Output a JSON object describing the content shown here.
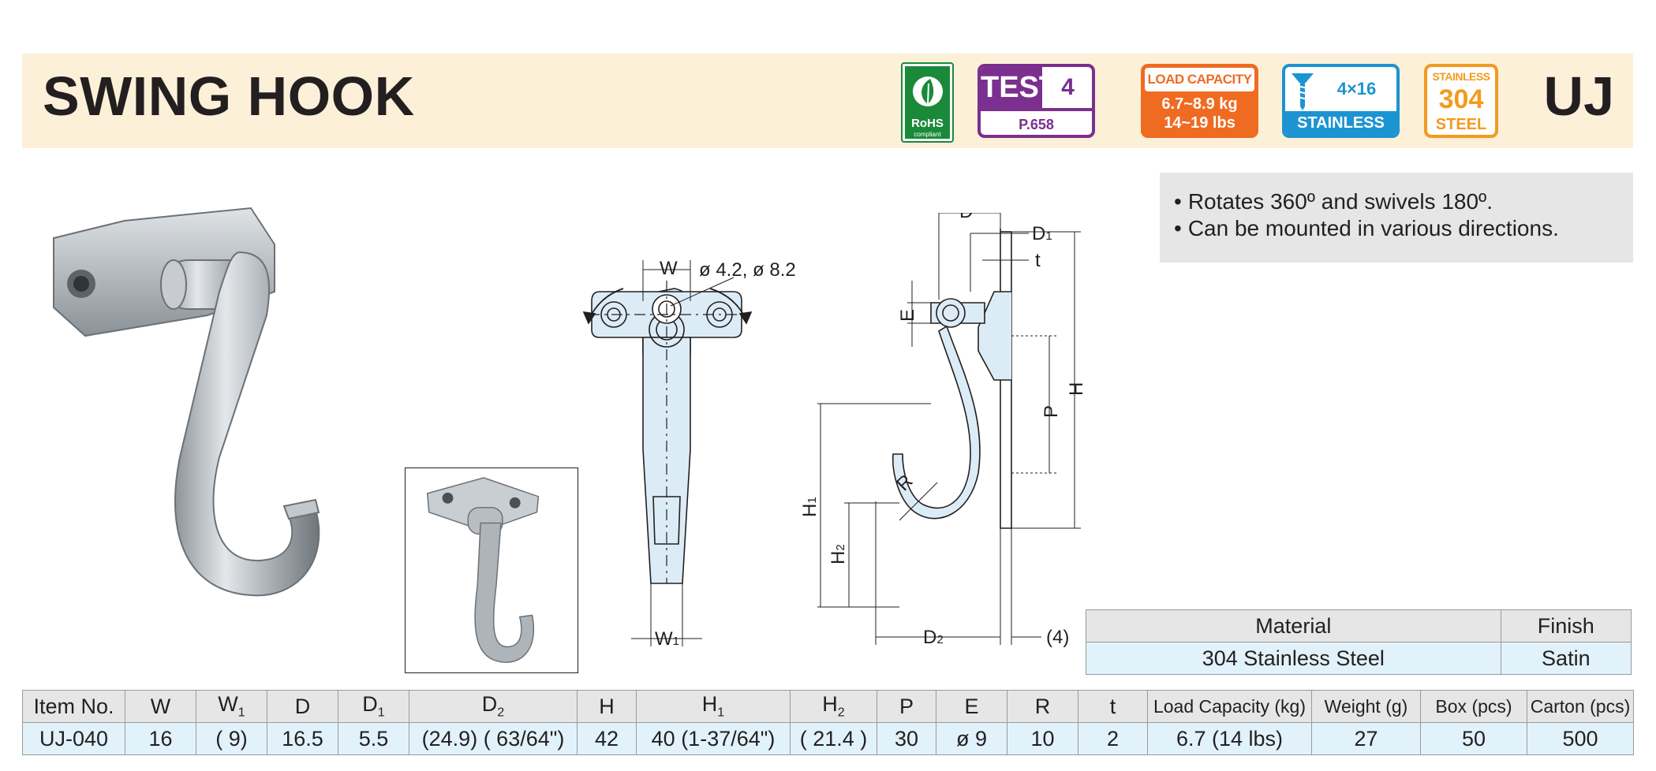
{
  "header": {
    "title": "SWING HOOK",
    "series": "UJ"
  },
  "badges": {
    "rohs": {
      "label": "RoHS",
      "sub": "compliant",
      "color": "#1a8a3a",
      "icon": "leaf-icon"
    },
    "test": {
      "label": "TEST",
      "number": "4",
      "page": "P.658",
      "color": "#7b2f8e"
    },
    "load": {
      "label": "LOAD CAPACITY",
      "line1": "6.7~8.9 kg",
      "line2": "14~19 lbs",
      "color": "#ef6b22"
    },
    "screw": {
      "size": "4×16",
      "label": "STAINLESS",
      "color": "#1d94d2",
      "icon": "screw-icon"
    },
    "steel": {
      "line1": "STAINLESS",
      "line2": "304",
      "line3": "STEEL",
      "color": "#f39a1f"
    }
  },
  "features": [
    "Rotates 360º and swivels 180º.",
    "Can be mounted in various directions."
  ],
  "drawing": {
    "w": "W",
    "hole": "ø 4.2, ø 8.2",
    "w1": "W",
    "w1_sub": "1",
    "d": "D",
    "d1": "D",
    "d1_sub": "1",
    "t": "t",
    "e": "E",
    "p": "P",
    "h": "H",
    "h1": "H",
    "h1_sub": "1",
    "h2": "H",
    "h2_sub": "2",
    "r": "R",
    "d2": "D",
    "d2_sub": "2",
    "four": "(4)"
  },
  "material_table": {
    "headers": [
      "Material",
      "Finish"
    ],
    "values": [
      "304 Stainless Steel",
      "Satin"
    ]
  },
  "spec_table": {
    "headers": [
      "Item No.",
      "W",
      "W",
      "D",
      "D",
      "D",
      "H",
      "H",
      "H",
      "P",
      "E",
      "R",
      "t",
      "Load Capacity (kg)",
      "Weight (g)",
      "Box (pcs)",
      "Carton (pcs)"
    ],
    "header_subs": [
      "",
      "",
      "1",
      "",
      "1",
      "2",
      "",
      "1",
      "2",
      "",
      "",
      "",
      "",
      "",
      "",
      "",
      ""
    ],
    "row": [
      "UJ-040",
      "16",
      "( 9)",
      "16.5",
      "5.5",
      "(24.9) ( 63/64\")",
      "42",
      "40 (1-37/64\")",
      "( 21.4 )",
      "30",
      "ø  9",
      "10",
      "2",
      "6.7 (14 lbs)",
      "27",
      "50",
      "500"
    ]
  }
}
